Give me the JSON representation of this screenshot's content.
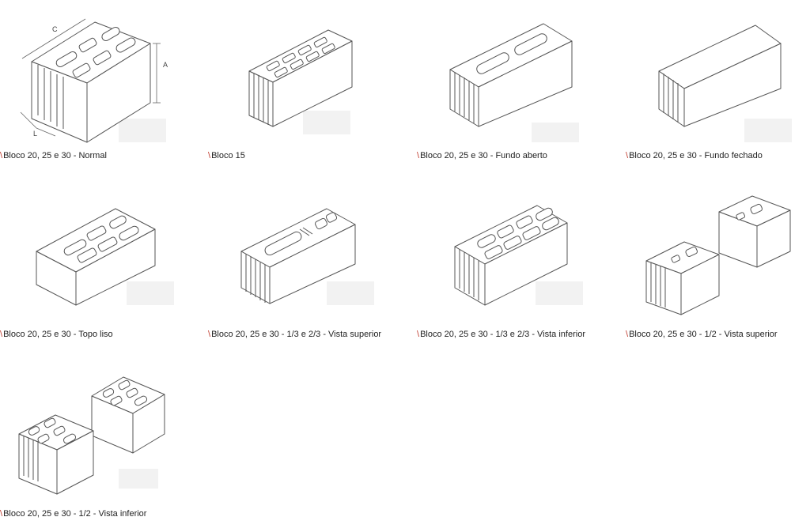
{
  "items": [
    {
      "label": "Bloco 20, 25 e 30 - Normal"
    },
    {
      "label": "Bloco 15"
    },
    {
      "label": "Bloco 20, 25 e 30 - Fundo aberto"
    },
    {
      "label": "Bloco 20, 25 e 30 - Fundo fechado"
    },
    {
      "label": "Bloco 20, 25 e 30 - Topo liso"
    },
    {
      "label": "Bloco 20, 25 e 30 - 1/3 e 2/3 - Vista superior"
    },
    {
      "label": "Bloco 20, 25 e 30 - 1/3 e 2/3 - Vista inferior"
    },
    {
      "label": "Bloco 20, 25 e 30 - 1/2 - Vista superior"
    },
    {
      "label": "Bloco 20, 25 e 30 - 1/2 - Vista inferior"
    }
  ],
  "dimension_labels": {
    "c": "C",
    "a": "A",
    "l": "L"
  },
  "caption_marker": "\\"
}
